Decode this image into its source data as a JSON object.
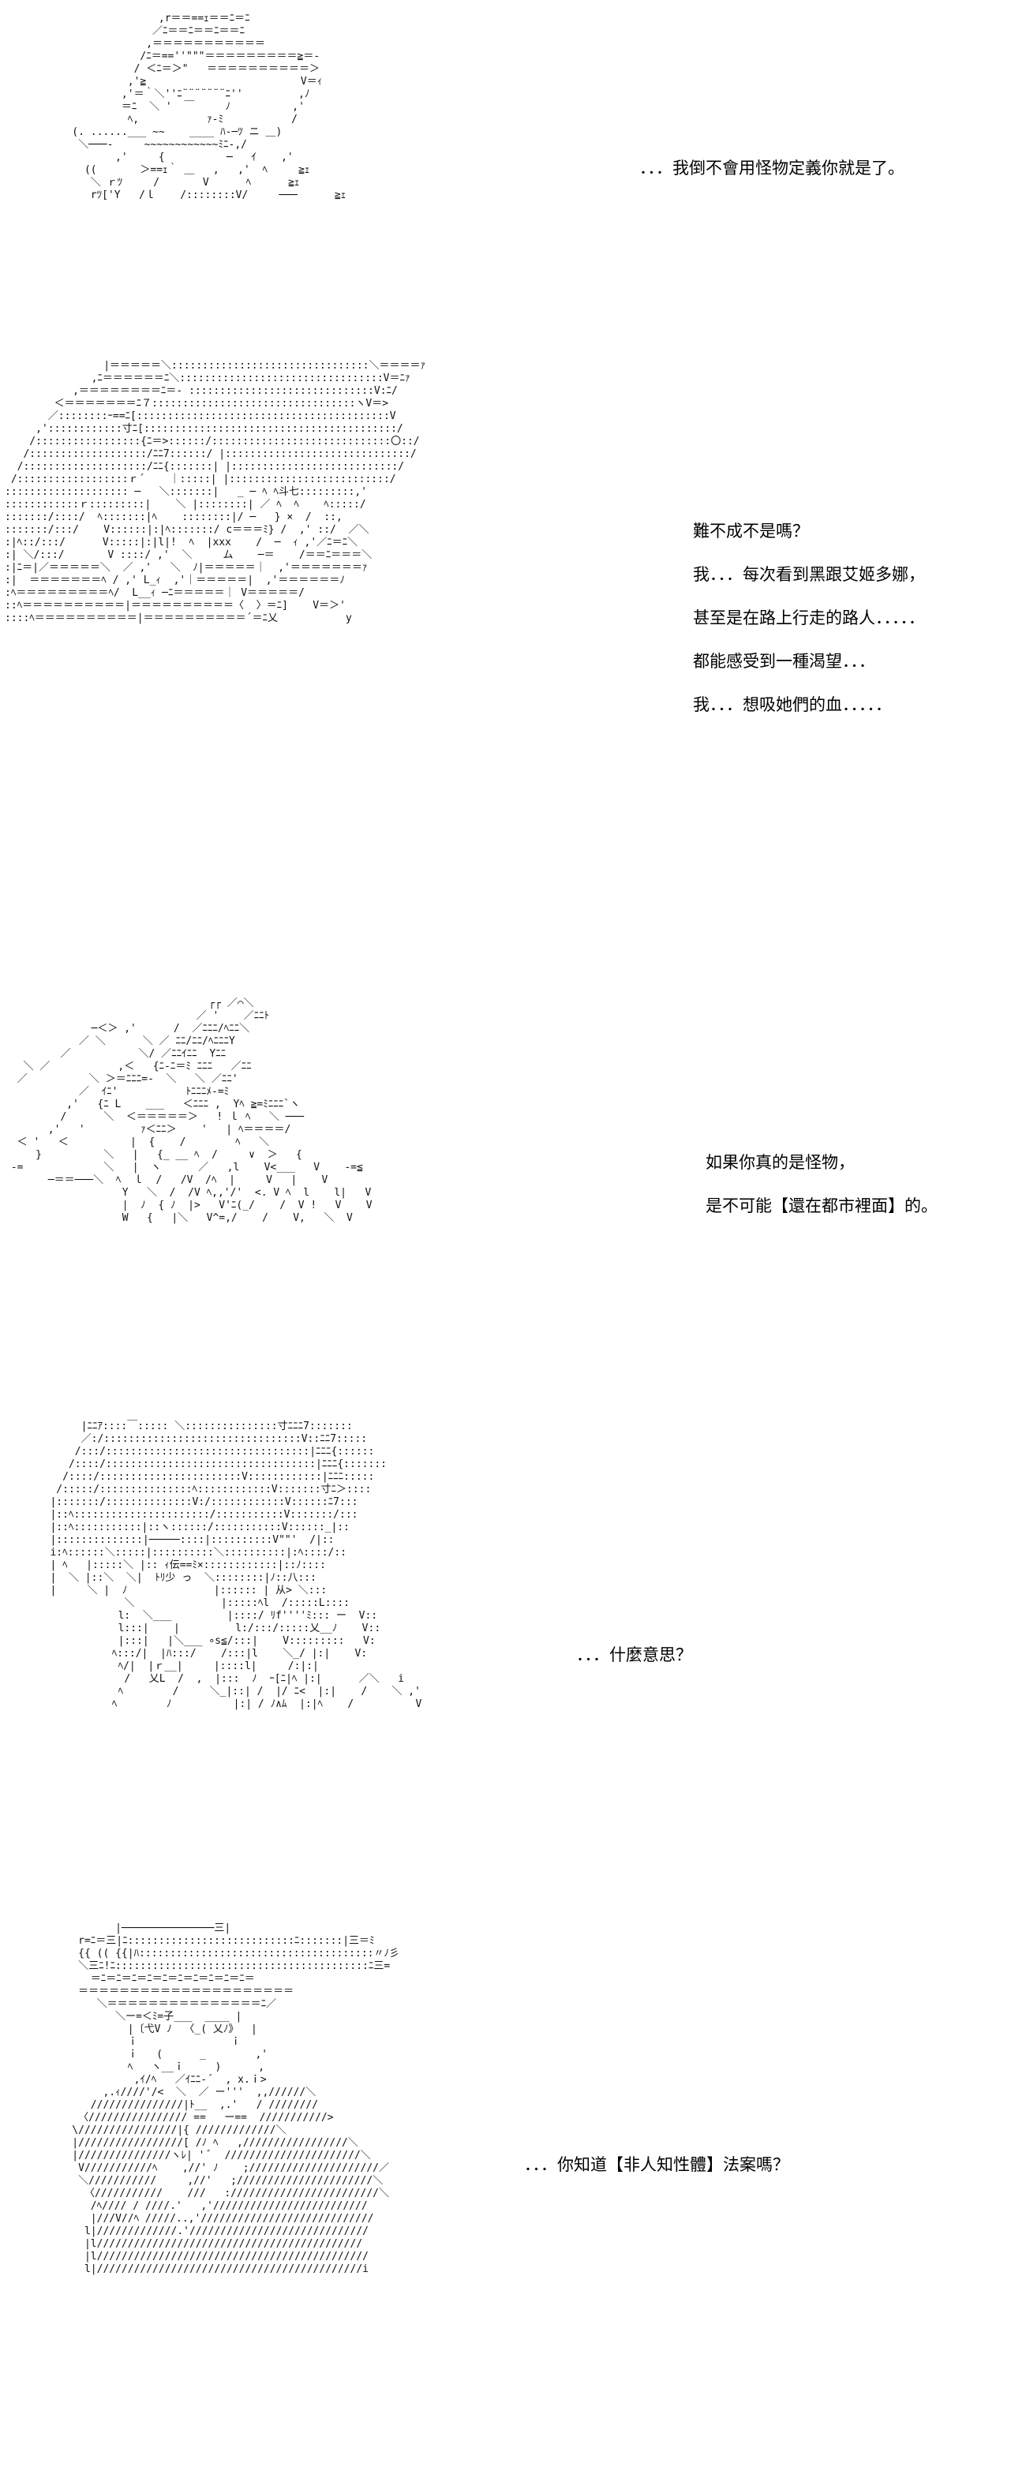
{
  "panels": [
    {
      "id": "p1",
      "dialogue": [
        "．．．我倒不會用怪物定義你就是了。"
      ],
      "art": [
        "                  ,r＝＝==ｪ＝＝ﾆ＝ﾆ",
        "                 ／ﾆ＝＝ﾆ＝＝ﾆ＝＝ﾆ",
        "                ,＝＝＝＝＝＝＝＝＝＝＝",
        "               /ﾆ＝==''\"\"\"＝＝＝＝＝＝＝＝＝≧＝-",
        "              / ＜ﾆ＝＞\"   ＝＝＝＝＝＝＝＝＝＝＞",
        "             ,'≧                         V＝ｨ",
        "            ,'＝｀＼''ﾆ¨¨¨¨¨¨¨ﾆ''         ,ﾉ",
        "            ＝ﾆ  ＼ '  ￣     ﾉ          ,'",
        "             ﾍ,           ｧ-ﾐ           /",
        "    (. ......___ ~~    ____ ﾊ-─ﾂ ニ ＿)",
        "     ＼───-     ~~~~~~~~~~~~ﾐﾆ-,/",
        "           ,'     {          ─   ｲ    ,'",
        "      ((       ＞==ｪ｀ ＿   ,   ,'  ﾍ     ≧ｪ",
        "       ＼ ｒﾂ     /       V      ﾍ      ≧ｪ",
        "       rﾂ['Y   /ｌ    /::::::::V/     ───      ≧ｪ"
      ]
    },
    {
      "id": "p2",
      "dialogue": [
        "難不成不是嗎？",
        "我．．．每次看到黑跟艾姬多娜，",
        "甚至是在路上行走的路人．．．．．",
        "都能感受到一種渴望．．．",
        "我．．．想吸她們的血．．．．．"
      ],
      "art": [
        "                |＝＝＝＝＝＼::::::::::::::::::::::::::::::::＼＝＝＝＝ｧ",
        "              ,ﾆ＝＝＝＝＝＝ﾆ＼:::::::::::::::::::::::::::::::::V＝ﾆｧ",
        "           ,＝＝＝＝＝＝＝＝ﾆ＝- ::::::::::::::::::::::::::::::V:ﾆ/",
        "        ＜＝＝＝＝＝＝＝ﾆ７:::::::::::::::::::::::::::::::::ヽV＝>",
        "       ／::::::::ｰ==ﾆ[:::::::::::::::::::::::::::::::::::::::::V",
        "     ,'::::::::::::寸ﾆ[:::::::::::::::::::::::::::::::::::::::::/",
        "    /:::::::::::::::::{ﾆ＝>::::::/:::::::::::::::::::::::::::::〇::/",
        "   /:::::::::::::::::::/ﾆﾆ7::::::/ |::::::::::::::::::::::::::::::/",
        "  /::::::::::::::::::::/ﾆﾆ{:::::::| |:::::::::::::::::::::::::::/",
        " /::::::::::::::::::ｒ´    ｜:::::| |::::::::::::::::::::::::::/",
        ":::::::::::::::::::: ─   ＼:::::::|   _ ─ ﾍ ﾍ斗七:::::::::,'",
        "::::::::::::ｒ:::::::::|    ＼ |::::::::| ／ ﾍ  ﾍ    ﾍ:::::/",
        ":::::::/::::/  ﾍ:::::::|ﾍ    ::::::::|/ ─   } ×  /  ::,",
        ":::::::/:::/    V::::::|:|ﾍ:::::::/ c＝＝＝ﾐ} /  ,' ::/  ／＼",
        ":|ﾍ::/:::/      V:::::|:|l|!  ﾍ  |xxx    /  ─  ｨ ,'／ﾆ＝ﾆ＼",
        ":| ＼/:::/       V ::::/ ,'  ＼     ム    ─＝    /＝＝ﾆ＝＝＝＼",
        ":|ﾆ＝|／＝＝＝＝＝＼  ／ ,'   ＼  ﾉ|＝＝＝＝＝｜  ,'＝＝＝＝＝＝＝ｧ",
        ":|  ＝＝＝＝＝＝＝ﾍ / ,' L_ｨ  ,'｜＝＝＝＝＝|  ,'＝＝＝＝＝＝ﾉ",
        ":ﾍ＝＝＝＝＝＝＝＝＝ﾍ/  L__ｨ ─ﾆ＝＝＝＝＝｜ V＝＝＝＝＝/",
        "::ﾍ＝＝＝＝＝＝＝＝＝＝|＝＝＝＝＝＝＝＝＝＝〈  〉＝ﾆ]    V＝＞'",
        "::::ﾍ＝＝＝＝＝＝＝＝＝＝|＝＝＝＝＝＝＝＝＝＝´＝ﾆ乂           y"
      ]
    },
    {
      "id": "p3",
      "dialogue": [
        "如果你真的是怪物，",
        "是不可能【還在都市裡面】的。"
      ],
      "art": [
        "                                 ┌┌ ／⌒＼",
        "                               ／ '    ／ﾆﾆﾄ",
        "              ─＜＞ ,'      /  ／ﾆﾆﾆ/ﾍﾆﾆ＼",
        "            ／ ＼      ＼ ／ ﾆﾆ/ﾆﾆ/ﾍﾆﾆﾆY",
        "         ／           ＼/ ／ﾆﾆｲﾆﾆ  Yﾆﾆ",
        "   ＼ ／           ,＜   {ﾆ-ﾆ＝ﾐ ﾆﾆﾆ   ／ﾆﾆ",
        "  ／          ＼ ＞＝ﾆﾆﾆ=-  ＼   ＼ ／ﾆﾆ'",
        "            ／  ｲﾆ'           ﾄﾆﾆﾆﾒ-=ﾐ",
        "          ,'   {ﾆ L    ___   ＜ﾆﾆﾆ ,  Yﾍ ≧=ﾐﾆﾆﾆ`ヽ",
        "         /      ＼  ＜＝＝＝＝＝＞   ! ｌ ﾍ   ＼ ───",
        "       ,'   '         ｧ＜ﾆﾆ＞    '   | ﾍ＝＝＝＝/",
        "  ＜ '   ＜          |  {    /        ﾍ   ＼",
        "     }          ＼   |   {_ __ ﾍ  /     ∨  ＞   {",
        " -=             ＼   |  ヽ      ／   ,l    V<___   V    -=≦",
        "       ─＝＝───＼  ﾍ  ｌ  /   /V  /ﾍ  |     V   |    V",
        "                   Y   ＼  /  /V ﾍ,,'/'  <. V ﾍ  l    l|   V",
        "                   |  ﾉ  { ﾉ  |>   V'ﾆ(_/    /  V !   V    V",
        "                   W   {   |＼   V^=,/    /    V,   ＼  V"
      ]
    },
    {
      "id": "p4",
      "dialogue": [
        "．．．什麼意思？"
      ],
      "art": [
        "        |ﾆﾆｱ::::￣::::: ＼:::::::::::::::寸ﾆﾆﾆ7:::::::",
        "        ／:/::::::::::::::::::::::::::::::::V::ﾆﾆ7:::::",
        "       /:::/:::::::::::::::::::::::::::::::::|ﾆﾆﾆ{::::::",
        "      /::::/::::::::::::::::::::::::::::::::::|ﾆﾆﾆ{:::::::",
        "     /::::/:::::::::::::::::::::::V::::::::::::|ﾆﾆﾆ:::::",
        "    /:::::/:::::::::::::::ﾍ::::::::::::V:::::::寸ﾆ＞::::",
        "   |:::::::/::::::::::::::V:/::::::::::::V::::::ﾆ7:::",
        "   |::ﾍ::::::::::::::::::::::/:::::::::::V:::::::/:::",
        "   |::ﾍ:::::::::::|::ヽ::::::/:::::::::::V::::::_|::",
        "   |::::::::::::::|─────::::|::::::::::V\"\"'  /|::",
        "   i:ﾍ::::::＼:::::|::::::::::＼::::::::::|:ﾍ::::/::",
        "   | ﾍ   |:::::＼ |:: ｨ伝==ﾐ×::::::::::::|::ﾉ::::",
        "   |  ＼ |::＼  ＼|  ﾄﾘ少 っ  ＼::::::::|ﾉ::八:::",
        "   |     ＼ |  ﾉ              |:::::: | 从> ＼:::",
        "               ＼              |:::::ﾍl  /:::::L::::",
        "              l:  ＼___         |::::/ ﾘf''''ﾐ::: ー  V::",
        "              l:::|    |         l:/:::/:::::乂__ﾉ    V::",
        "              |:::|   |＼___ ∘s≦/:::|    V:::::::::   V:",
        "             ﾍ:::/|  |ﾊ:::/    /:::|l    ＼_/ |:|    V:",
        "              ﾍ/|  |ｒ__|     |::::l|     /:|:|",
        "               /   乂L  /  ,  |:::  ﾉ  ｰ[ﾆ|ﾍ |:|      ／＼   i ",
        "              ﾍ        /     ＼_|::| /  |/ ﾆ<  |:|    /    ＼ ,'",
        "             ﾍ        ﾉ          |:| / ﾉ∧ﾑ  |:|ﾍ    /          V"
      ]
    },
    {
      "id": "p5",
      "dialogue": [
        "．．．你知道【非人知性體】法案嗎？"
      ],
      "art": [
        "           |───────────────三|",
        "     r=ﾆ＝三|ﾆ:::::::::::::::::::::::::::ﾆ:::::::|三＝ﾐ",
        "     {{ (( {{|ﾊ::::::::::::::::::::::::::::::::::::::〃ﾉ彡",
        "     ＼三ﾆ!ﾆ:::::::::::::::::::::::::::::::::::::::::ﾆ三=",
        "       ＝ﾆ＝ﾆ＝ﾆ＝ﾆ＝ﾆ＝ﾆ＝ﾆ＝ﾆ＝ﾆ＝ﾆ＝",
        "     ＝＝＝＝＝＝＝＝＝＝＝＝＝＝＝＝＝＝＝＝＝",
        "        ＼＝＝＝＝＝＝＝＝＝＝＝＝＝＝＝ﾆ／",
        "           ＼ー=＜ﾐ=子___  ____ |",
        "             |〔弋V ﾉ  〈_( 乂ﾉ》  |",
        "             ｉ               ｉ",
        "             ｉ   (      _        ,'",
        "             ﾍ   ヽ__ｉ     )      ,",
        "              ,ｲ/ﾍ   ／ｲﾆﾆ-´  , x.ｉ>",
        "         ,.ｨ////'/<  ＼  ／ ー'''  ,,//////＼",
        "       ///////////////|ﾄ__  ,.'   / ////////",
        "     〈//////////////// ==   ー==  ///////////>",
        "    \\////////////////|{ /////////////＼",
        "    |/////////////////[ /ﾉ ﾍ   ,/////////////////＼",
        "    |///////////////ヽﾚ| ' ﾞ  //////////////////////＼",
        "     V///////////ﾍ    ,//' ﾉ    ;/////////////////////／",
        "     ＼///////////     ,//'   ;//////////////////////＼",
        "      〈///////////    ///   :////////////////////////＼",
        "       /ﾍ//// / ////.'   ,'/////////////////////////",
        "       |///V//ﾍ /////..,'////////////////////////////",
        "      l|/////////////.'/////////////////////////////",
        "      |l///////////////////////////////////////////",
        "      |l////////////////////////////////////////////",
        "      l|///////////////////////////////////////////i"
      ]
    }
  ]
}
